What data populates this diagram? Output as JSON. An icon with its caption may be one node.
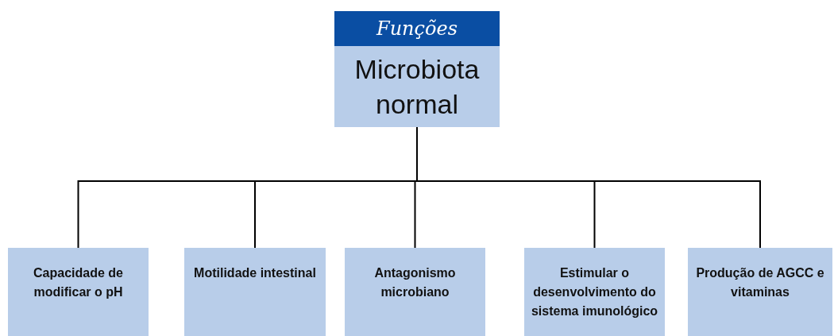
{
  "diagram": {
    "nodes": [
      {
        "text": [
          "Funções",
          "Microbiota normal"
        ]
      },
      {
        "text": [
          "Capacidade de modificar o pH"
        ]
      },
      {
        "text": [
          "Motilidade intestinal"
        ]
      },
      {
        "text": [
          "Antagonismo microbiano"
        ]
      },
      {
        "text": [
          "Estimular o desenvolvimento do sistema imunológico"
        ]
      },
      {
        "text": [
          "Produção de AGCC e vitaminas"
        ]
      }
    ],
    "edges": [
      {
        "from": 0,
        "to": 1,
        "arrow": "none"
      },
      {
        "from": 0,
        "to": 2,
        "arrow": "none"
      },
      {
        "from": 0,
        "to": 3,
        "arrow": "none"
      },
      {
        "from": 0,
        "to": 4,
        "arrow": "none"
      },
      {
        "from": 0,
        "to": 5,
        "arrow": "none"
      }
    ]
  }
}
